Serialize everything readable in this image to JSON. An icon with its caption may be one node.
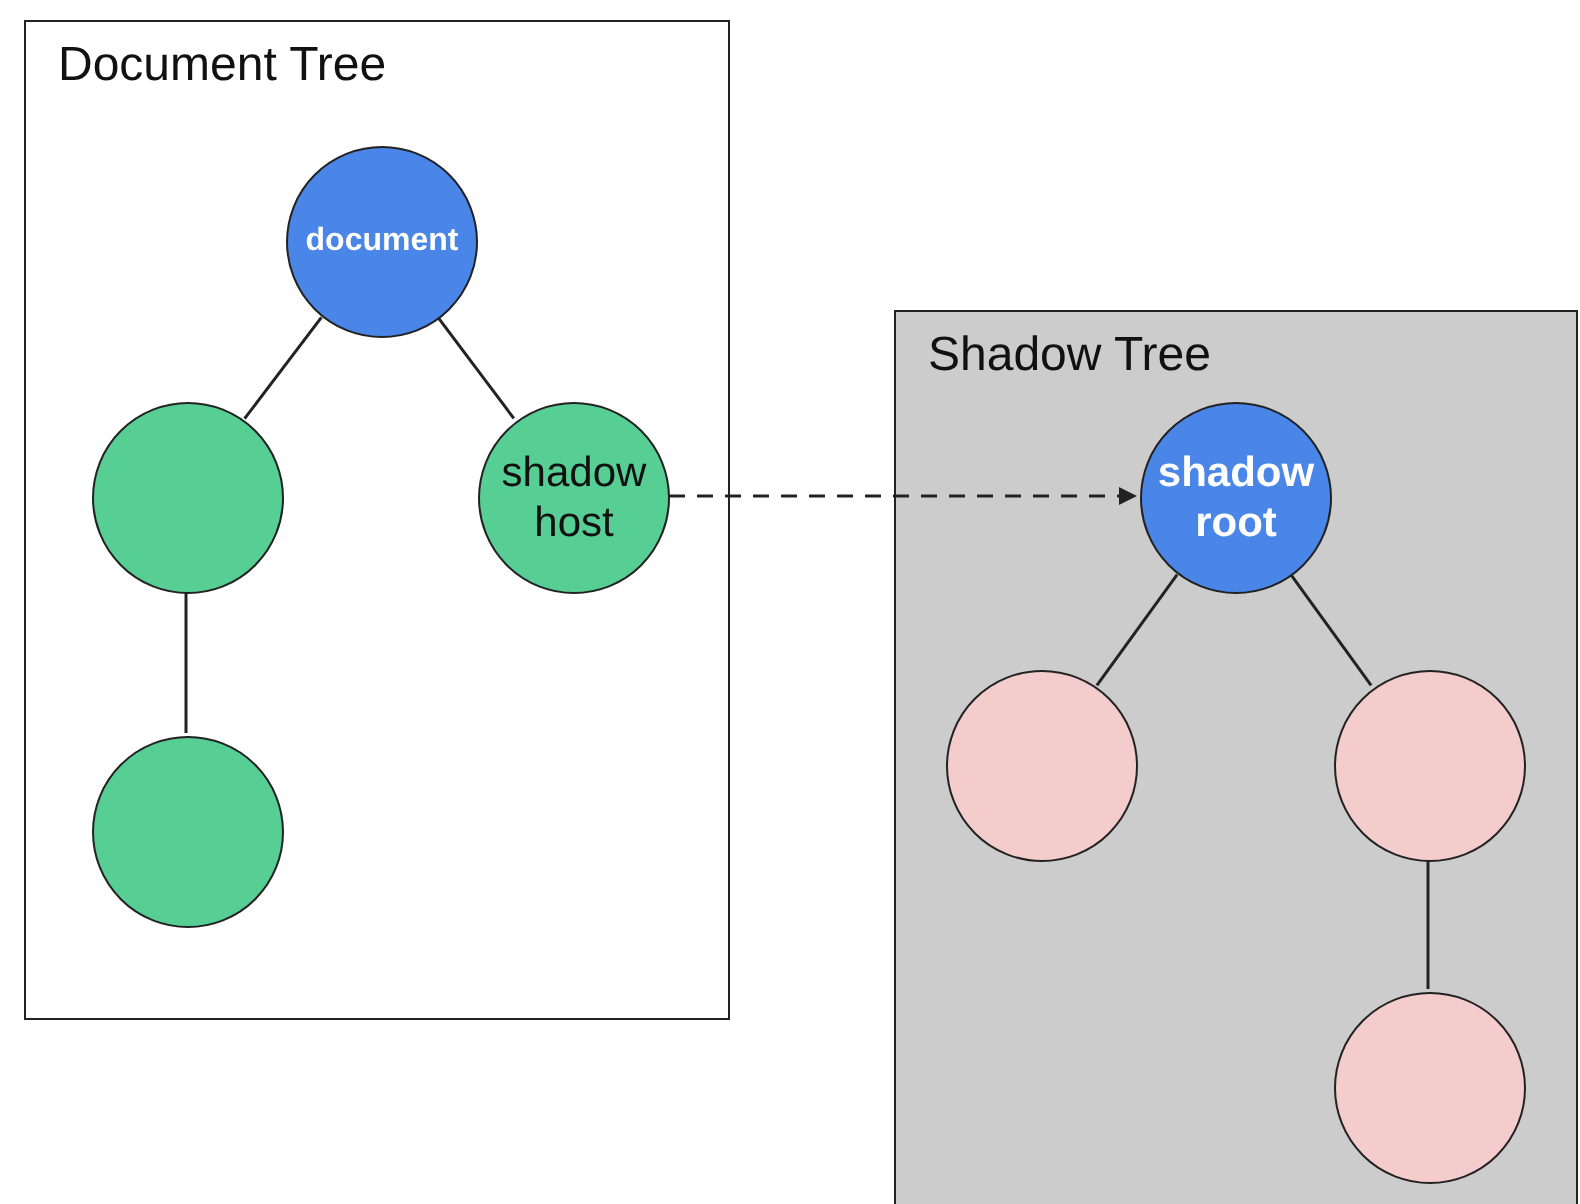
{
  "diagram": {
    "nodes": [
      {
        "text": [
          "Document Tree"
        ]
      },
      {
        "text": [
          "document"
        ],
        "in": 0
      },
      {
        "text": [],
        "shape": "circle",
        "in": 0
      },
      {
        "text": [
          "shadow host"
        ],
        "in": 0
      },
      {
        "text": [],
        "shape": "circle",
        "in": 0
      },
      {
        "text": [
          "Shadow Tree"
        ]
      },
      {
        "text": [
          "shadow root"
        ],
        "in": 5
      },
      {
        "text": [],
        "shape": "circle",
        "in": 5
      },
      {
        "text": [],
        "shape": "circle",
        "in": 5
      },
      {
        "text": [],
        "shape": "circle",
        "in": 5
      }
    ],
    "edges": [
      {
        "from": 1,
        "to": 2,
        "arrow": "none"
      },
      {
        "from": 1,
        "to": 3,
        "arrow": "none"
      },
      {
        "from": 2,
        "to": 4,
        "arrow": "none"
      },
      {
        "from": 3,
        "to": 6,
        "arrow": "to",
        "style": "dashed"
      },
      {
        "from": 6,
        "to": 7,
        "arrow": "none"
      },
      {
        "from": 6,
        "to": 8,
        "arrow": "none"
      },
      {
        "from": 8,
        "to": 9,
        "arrow": "none"
      }
    ]
  }
}
